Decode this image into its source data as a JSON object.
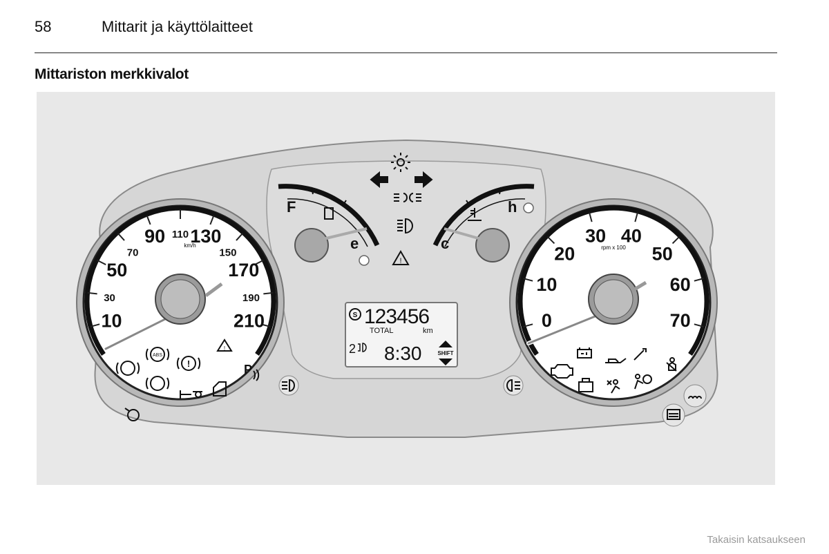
{
  "header": {
    "page_number": "58",
    "chapter_title": "Mittarit ja käyttölaitteet"
  },
  "section": {
    "title": "Mittariston merkkivalot"
  },
  "footer": {
    "back_link": "Takaisin katsaukseen"
  },
  "speedometer": {
    "major": [
      "10",
      "50",
      "90",
      "130",
      "170",
      "210"
    ],
    "minor": [
      "30",
      "70",
      "110",
      "150",
      "190"
    ],
    "unit": "km/h"
  },
  "tachometer": {
    "labels": [
      "0",
      "10",
      "20",
      "30",
      "40",
      "50",
      "60",
      "70"
    ],
    "unit": "rpm x 100"
  },
  "fuel_gauge": {
    "full": "F",
    "empty": "e"
  },
  "temp_gauge": {
    "hot": "h",
    "cold": "c"
  },
  "display": {
    "odometer": "123456",
    "total_label": "TOTAL",
    "odometer_unit": "km",
    "gear": "2",
    "clock": "8:30",
    "shift_label": "SHIFT"
  },
  "warning_icons": {
    "abs": "ABS",
    "park": "P"
  }
}
